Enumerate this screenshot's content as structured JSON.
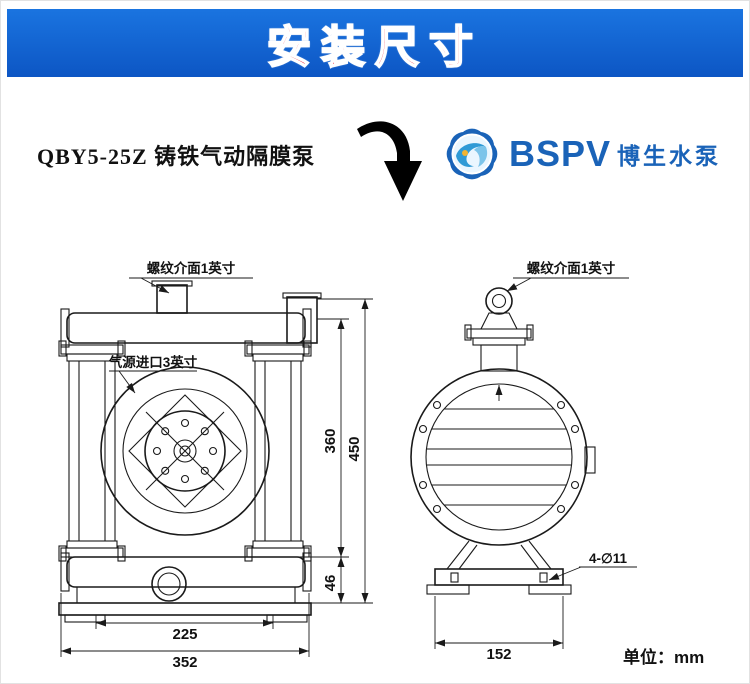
{
  "header": {
    "title": "安装尺寸"
  },
  "intro": {
    "product_title": "QBY5-25Z 铸铁气动隔膜泵"
  },
  "logo": {
    "brand": "BSPV",
    "brand_cn": "博生水泵"
  },
  "front_view": {
    "thread_label": "螺纹介面1英寸",
    "air_inlet_label": "气源进口3英寸",
    "dim_360": "360",
    "dim_450": "450",
    "dim_46": "46",
    "dim_225": "225",
    "dim_352": "352"
  },
  "side_view": {
    "thread_label": "螺纹介面1英寸",
    "holes_label": "4-∅11",
    "dim_152": "152"
  },
  "footer": {
    "unit_label": "单位：mm"
  },
  "colors": {
    "banner_bg": "#1463d3",
    "banner_text": "#e8001c",
    "brand_blue": "#1a63b8",
    "line": "#1a1a1a"
  }
}
